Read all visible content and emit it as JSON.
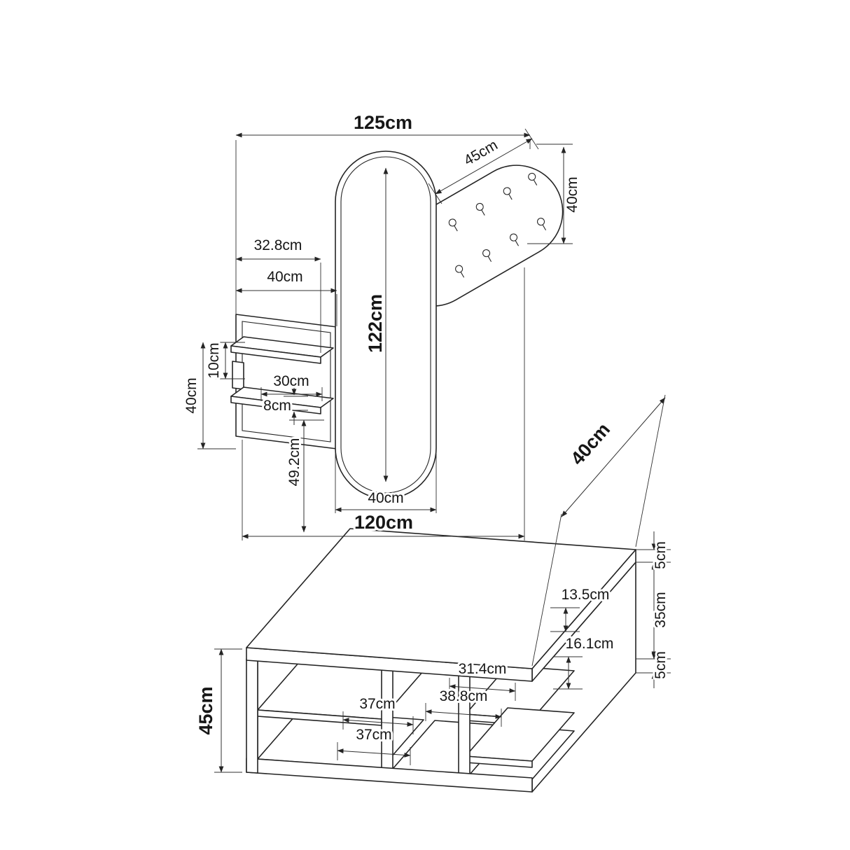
{
  "colors": {
    "ink": "#242424",
    "background": "#ffffff"
  },
  "wall_unit": {
    "total_width": "125cm",
    "mirror_height": "122cm",
    "hook_panel_width": "45cm",
    "hook_panel_height": "40cm",
    "shelf_offset_width": "32.8cm",
    "shelf_panel_width": "40cm",
    "shelf_gap_height": "10cm",
    "shelf_panel_height": "40cm",
    "shelf_width": "30cm",
    "shelf_lip_height": "8cm",
    "mirror_bottom_drop": "49.2cm",
    "mirror_width": "40cm",
    "unit_width": "120cm"
  },
  "bench": {
    "depth": "40cm",
    "top_panel_thickness": "5cm",
    "opening_height": "35cm",
    "base_panel_thickness": "5cm",
    "height": "45cm",
    "right_upper_gap": "13.5cm",
    "right_lower_gap": "16.1cm",
    "middle_top_width": "31.4cm",
    "middle_bottom_width": "38.8cm",
    "left_shelf_width": "37cm",
    "left_base_width": "37cm"
  }
}
